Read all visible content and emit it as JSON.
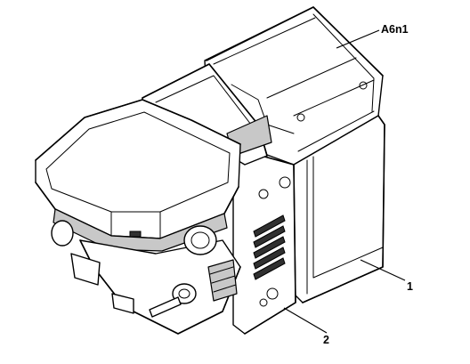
{
  "callouts": [
    {
      "id": "a6n1",
      "label": "A6n1"
    },
    {
      "id": "item1",
      "label": "1"
    },
    {
      "id": "item2",
      "label": "2"
    }
  ],
  "colors": {
    "line": "#000000",
    "background": "#ffffff",
    "shade": "#c8c8c8"
  }
}
